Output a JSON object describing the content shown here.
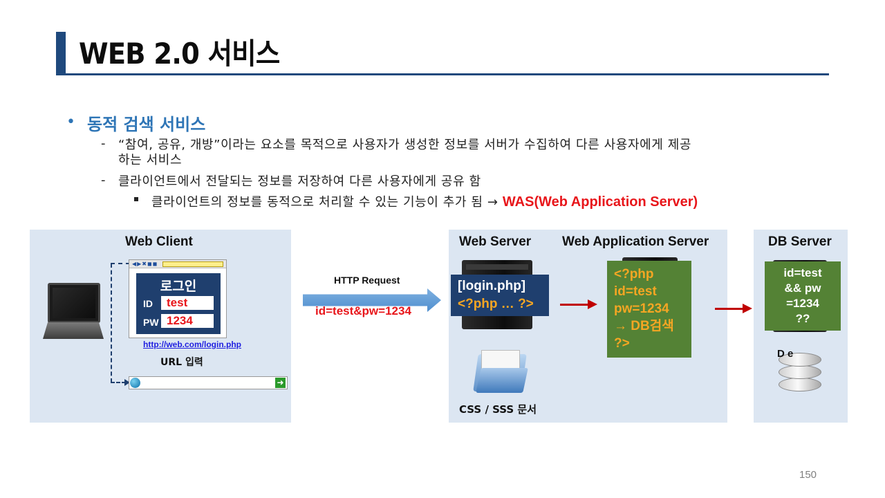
{
  "title": "WEB 2.0 서비스",
  "heading": "동적 검색 서비스",
  "bullets": {
    "b1_line1": "“참여, 공유, 개방”이라는 요소를 목적으로 사용자가 생성한 정보를 서버가 수집하여 다른 사용자에게 제공",
    "b1_line2": "하는 서비스",
    "b2": "클라이언트에서 전달되는 정보를 저장하여 다른 사용자에게 공유 함",
    "b3_text": "클라이언트의 정보를 동적으로 처리할 수 있는 기능이 추가 됨 → ",
    "b3_highlight": "WAS(Web Application Server)"
  },
  "diagram": {
    "web_client": "Web Client",
    "login_title": "로그인",
    "id_label": "ID",
    "id_value": "test",
    "pw_label": "PW",
    "pw_value": "1234",
    "link": "http://web.com/login.php",
    "url_caption": "URL 입력",
    "http_request": "HTTP Request",
    "params": "id=test&pw=1234",
    "web_server": "Web Server",
    "code_line1": "[login.php]",
    "code_line2": "<?php … ?>",
    "css_caption": "CSS / SSS 문서",
    "was_title": "Web Application Server",
    "php_lines": [
      "<?php",
      "id=test",
      "pw=1234",
      "→ DB검색",
      "?>"
    ],
    "db_server": "DB Server",
    "db_lines": [
      "id=test",
      "&&  pw",
      "=1234",
      "??"
    ],
    "db_label": "D          e"
  },
  "page_number": "150",
  "colors": {
    "title_accent": "#1f497d",
    "heading_blue": "#2e75b6",
    "highlight_red": "#e8161b",
    "panel_bg": "#dce6f2",
    "code_box_navy": "#1f3f6e",
    "was_green": "#548235",
    "code_orange": "#f5a623"
  }
}
